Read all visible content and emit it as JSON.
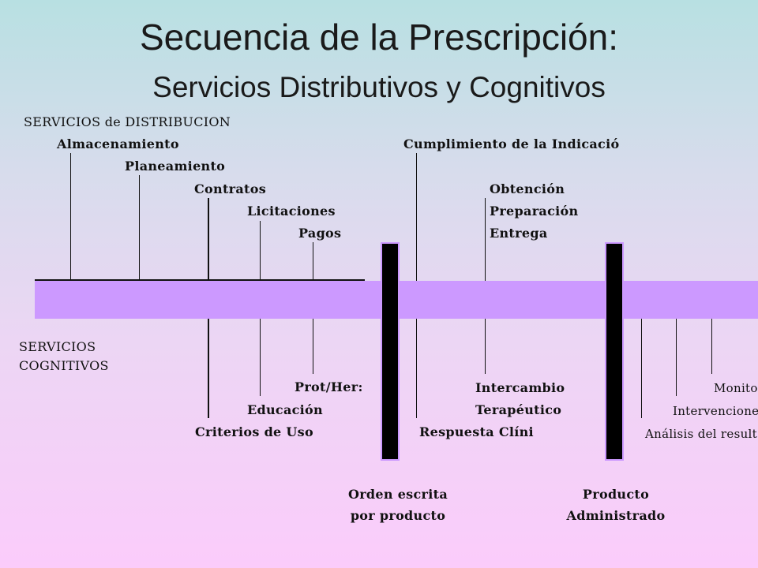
{
  "title": "Secuencia de la Prescripción:",
  "subtitle": "Servicios Distributivos y Cognitivos",
  "distribution_header": "SERVICIOS de DISTRIBUCION",
  "cognitive_header_1": "SERVICIOS",
  "cognitive_header_2": "COGNITIVOS",
  "top_left": {
    "almacenamiento": "Almacenamiento",
    "planeamiento": "Planeamiento",
    "contratos": "Contratos",
    "licitaciones": "Licitaciones",
    "pagos": "Pagos"
  },
  "top_right": {
    "cumplimiento": "Cumplimiento de la Indicació",
    "obtencion": "Obtención",
    "preparacion": "Preparación",
    "entrega": "Entrega"
  },
  "bottom_left": {
    "prot_her": "Prot/Her:",
    "educacion": "Educación",
    "criterios": "Criterios de Uso"
  },
  "bottom_middle": {
    "intercambio": "Intercambio",
    "terapeutico": "Terapéutico",
    "respuesta": "Respuesta Clíni"
  },
  "bottom_right": {
    "monito": "Monito",
    "intervenciones": "Intervencione",
    "analisis": "Análisis del result:"
  },
  "milestones": {
    "orden_1": "Orden escrita",
    "orden_2": "por producto",
    "producto_1": "Producto",
    "producto_2": "Administrado"
  },
  "colors": {
    "band": "#cc99ff",
    "bar": "#000000"
  }
}
